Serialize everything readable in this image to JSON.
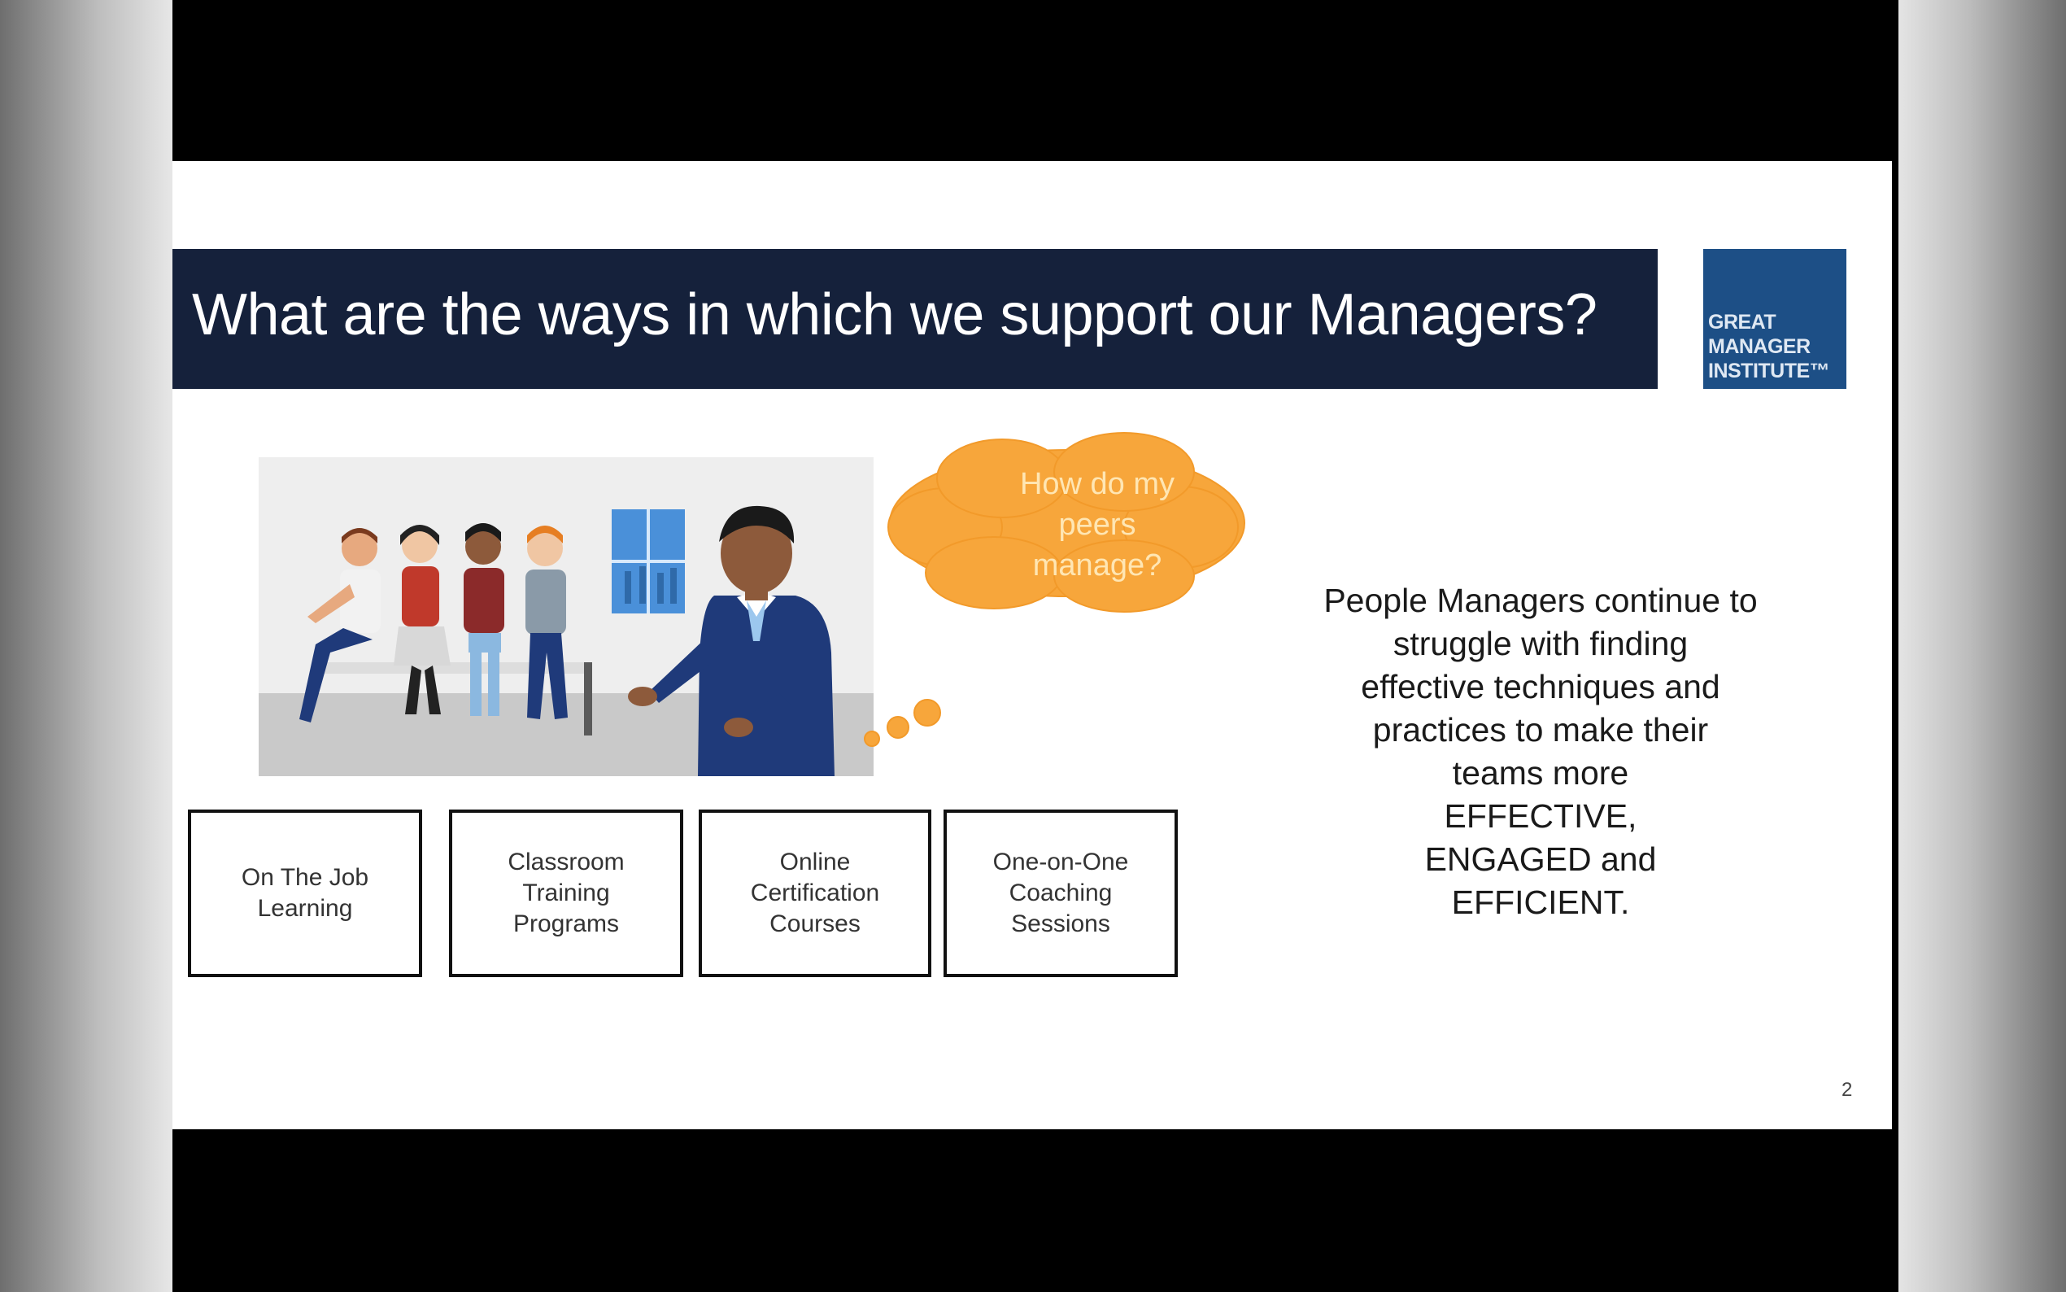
{
  "slide": {
    "title": "What are the ways in which we support our Managers?",
    "logo": {
      "lines": [
        "GREAT",
        "MANAGER",
        "INSTITUTE™"
      ]
    },
    "thought_bubble": {
      "lines": [
        "How do my",
        "peers manage?"
      ]
    },
    "support_options": [
      {
        "label_lines": [
          "On The Job",
          "Learning"
        ]
      },
      {
        "label_lines": [
          "Classroom",
          "Training",
          "Programs"
        ]
      },
      {
        "label_lines": [
          "Online",
          "Certification",
          "Courses"
        ]
      },
      {
        "label_lines": [
          "One-on-One",
          "Coaching",
          "Sessions"
        ]
      }
    ],
    "side_text": {
      "lines": [
        "People Managers continue to",
        "struggle with finding",
        "effective techniques and",
        "practices to make their",
        "teams more",
        "EFFECTIVE,",
        "ENGAGED and",
        "EFFICIENT."
      ]
    },
    "page_number": "2"
  },
  "colors": {
    "title_bar": "#15213b",
    "logo_bg": "#1d4f86",
    "cloud": "#f7a63b",
    "uniform": "#1f3a7a"
  }
}
